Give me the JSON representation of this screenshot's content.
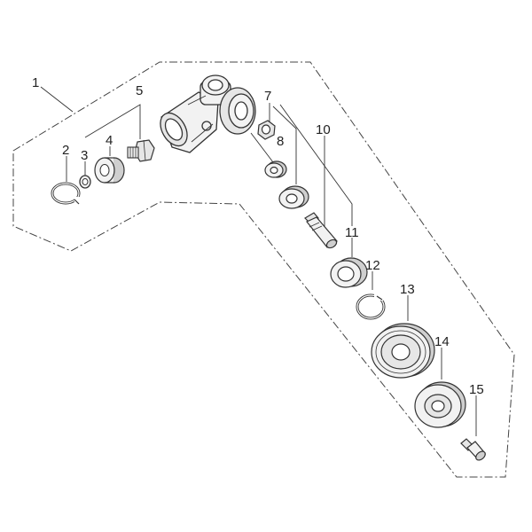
{
  "diagram": {
    "colors": {
      "line": "#333333",
      "part_fill": "#f2f2f2",
      "part_shade": "#cfcfcf",
      "dash": "#444444"
    },
    "callouts": [
      {
        "id": "c1",
        "label": "1"
      },
      {
        "id": "c2",
        "label": "2"
      },
      {
        "id": "c3",
        "label": "3"
      },
      {
        "id": "c4",
        "label": "4"
      },
      {
        "id": "c5",
        "label": "5"
      },
      {
        "id": "c7",
        "label": "7"
      },
      {
        "id": "c8",
        "label": "8"
      },
      {
        "id": "c10",
        "label": "10"
      },
      {
        "id": "c11",
        "label": "11"
      },
      {
        "id": "c12",
        "label": "12"
      },
      {
        "id": "c13",
        "label": "13"
      },
      {
        "id": "c14",
        "label": "14"
      },
      {
        "id": "c15",
        "label": "15"
      }
    ]
  }
}
